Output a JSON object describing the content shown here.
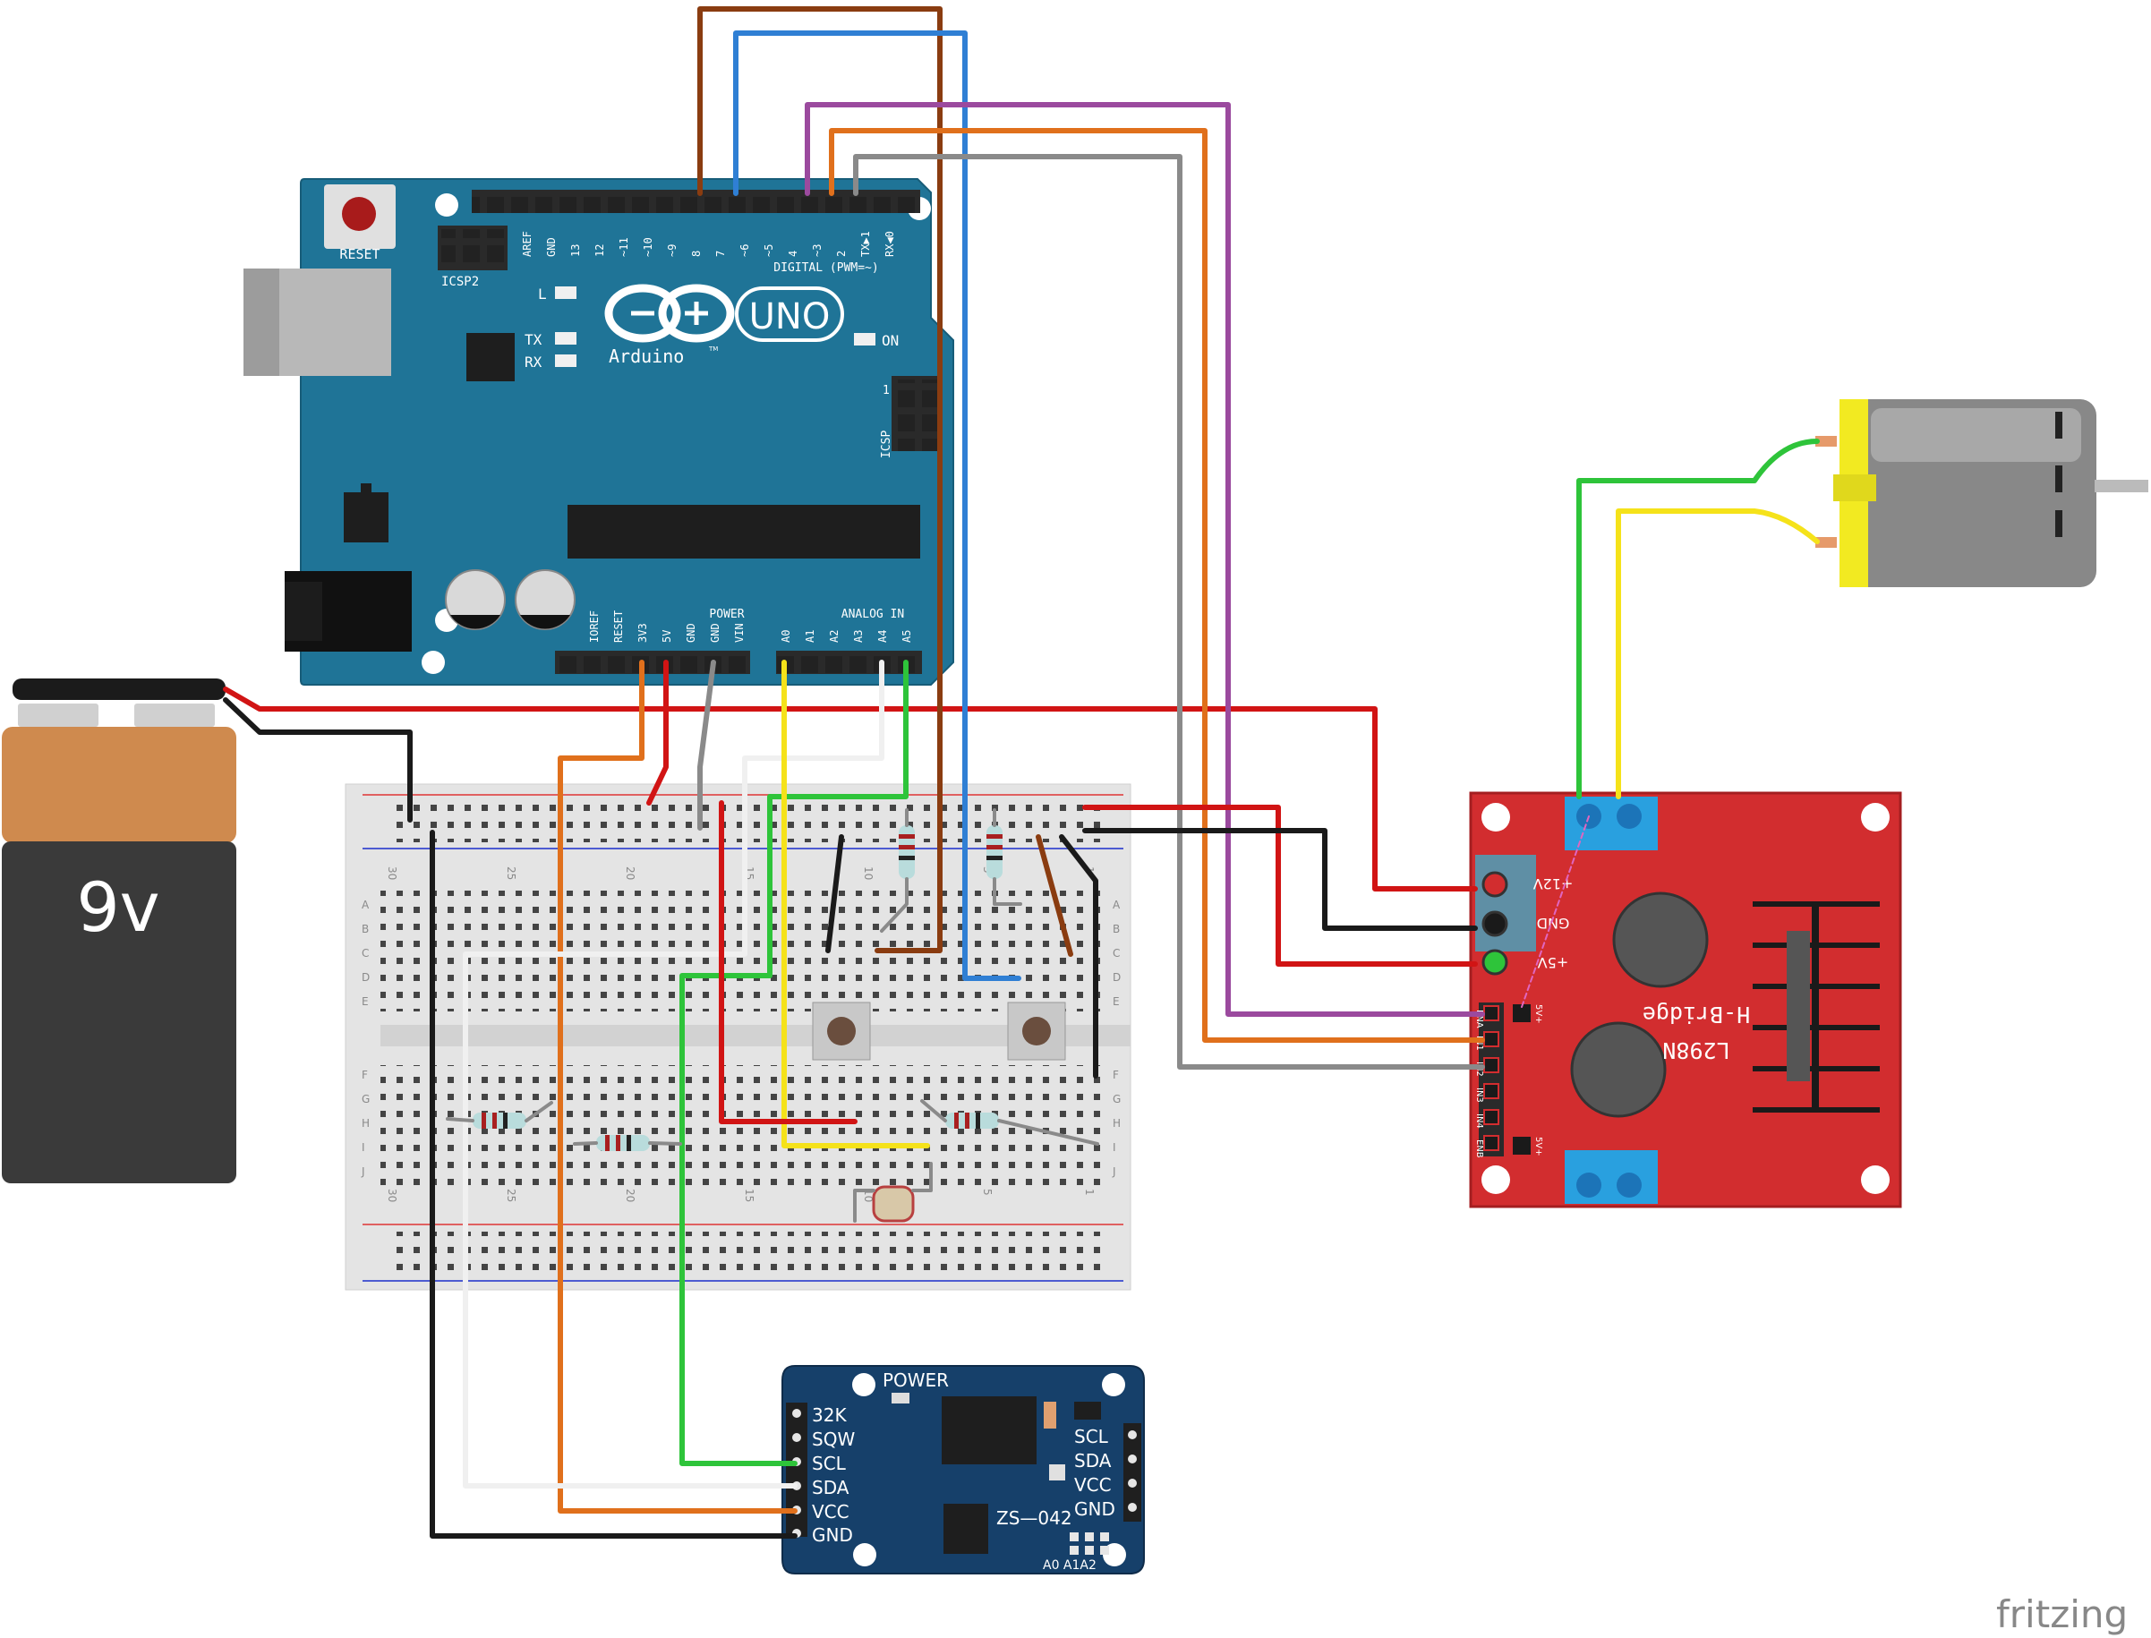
{
  "arduino": {
    "reset_label": "RESET",
    "icsp2_label": "ICSP2",
    "icsp_label": "ICSP",
    "icsp_pin1": "1",
    "led_l": "L",
    "led_tx": "TX",
    "led_rx": "RX",
    "led_on": "ON",
    "brand": "Arduino",
    "tm": "TM",
    "model": "UNO",
    "digital_label": "DIGITAL (PWM=~)",
    "digital_pins": [
      "AREF",
      "GND",
      "13",
      "12",
      "~11",
      "~10",
      "~9",
      "8",
      "7",
      "~6",
      "~5",
      "4",
      "~3",
      "2",
      "TX▶1",
      "RX◀0"
    ],
    "power_label": "POWER",
    "power_pins": [
      "IOREF",
      "RESET",
      "3V3",
      "5V",
      "GND",
      "GND",
      "VIN"
    ],
    "analog_label": "ANALOG IN",
    "analog_pins": [
      "A0",
      "A1",
      "A2",
      "A3",
      "A4",
      "A5"
    ]
  },
  "battery": {
    "label": "9v"
  },
  "breadboard": {
    "row_letters_top": [
      "A",
      "B",
      "C",
      "D",
      "E"
    ],
    "row_letters_bottom": [
      "F",
      "G",
      "H",
      "I",
      "J"
    ],
    "col_numbers": [
      "30",
      "25",
      "20",
      "15",
      "10",
      "5",
      "1"
    ]
  },
  "hbridge": {
    "title": "H-Bridge",
    "chip": "L298N",
    "terminal_labels": [
      "+12V",
      "GND",
      "+5V"
    ],
    "header_labels": [
      "ENA",
      "IN1",
      "IN2",
      "IN3",
      "IN4",
      "ENB"
    ],
    "jumper_label": "5V+"
  },
  "rtc": {
    "power_label": "POWER",
    "model": "ZS—042",
    "left_pins": [
      "32K",
      "SQW",
      "SCL",
      "SDA",
      "VCC",
      "GND"
    ],
    "right_pins": [
      "SCL",
      "SDA",
      "VCC",
      "GND"
    ],
    "address_labels": "A0 A1A2"
  },
  "watermark": "fritzing",
  "colors": {
    "arduino_board": "#1f7497",
    "hbridge_board": "#d22d2f",
    "rtc_board": "#16406a",
    "wire_red": "#d11414",
    "wire_black": "#1a1a1a",
    "wire_brown": "#8a3c10",
    "wire_blue": "#2f7fd4",
    "wire_purple": "#9b4a9e",
    "wire_orange": "#e0701c",
    "wire_gray": "#8a8a8a",
    "wire_white": "#f0f0f0",
    "wire_yellow": "#f5e21a",
    "wire_green": "#2ec43a",
    "battery_top": "#cf8a4e",
    "battery_bottom": "#3a3a3a",
    "motor_cap": "#f2ea21"
  }
}
